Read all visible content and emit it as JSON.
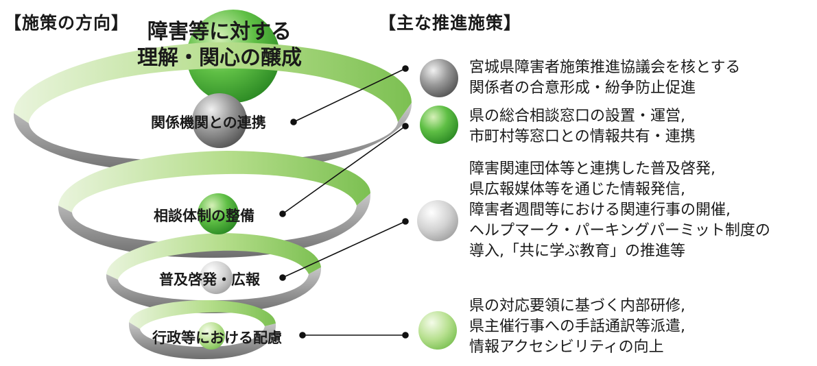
{
  "header_left": "【施策の方向】",
  "header_right": "【主な推進施策】",
  "goal": {
    "line1": "障害等に対する",
    "line2": "理解・関心の醸成"
  },
  "levels": [
    {
      "label": "関係機関との連携",
      "ball_color": "gray"
    },
    {
      "label": "相談体制の整備",
      "ball_color": "green"
    },
    {
      "label": "普及啓発・広報",
      "ball_color": "light-gray"
    },
    {
      "label": "行政等における配慮",
      "ball_color": "light-green"
    }
  ],
  "measures": [
    {
      "ball_color": "gray",
      "lines": [
        "宮城県障害者施策推進協議会を核とする",
        "関係者の合意形成・紛争防止促進"
      ]
    },
    {
      "ball_color": "green",
      "lines": [
        "県の総合相談窓口の設置・運営,",
        "市町村等窓口との情報共有・連携"
      ]
    },
    {
      "ball_color": "light-gray",
      "lines": [
        "障害関連団体等と連携した普及啓発,",
        "県広報媒体等を通じた情報発信,",
        "障害者週間等における関連行事の開催,",
        "ヘルプマーク・パーキングパーミット制度の",
        "導入,「共に学ぶ教育」の推進等"
      ]
    },
    {
      "ball_color": "light-green",
      "lines": [
        "県の対応要領に基づく内部研修,",
        "県主催行事への手話通訳等派遣,",
        "情報アクセシビリティの向上"
      ]
    }
  ],
  "colors": {
    "ribbon_green": "#a9d57c",
    "ribbon_gray": "#8c8c8c",
    "ball_green": "#4fb53a",
    "ball_gray": "#8d8d8d",
    "connector": "#111111"
  }
}
